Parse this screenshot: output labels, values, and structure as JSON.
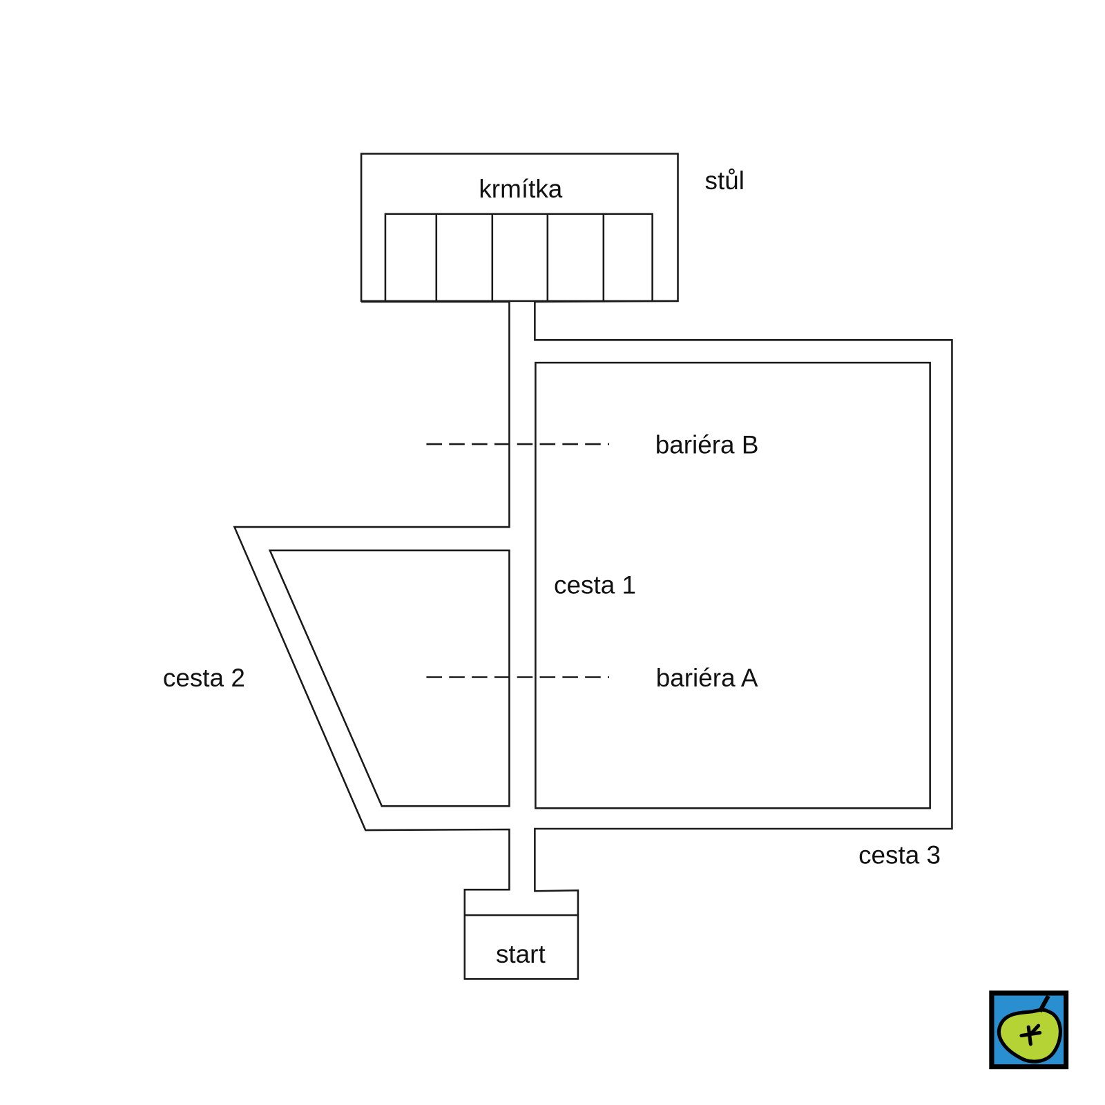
{
  "labels": {
    "table": "stůl",
    "feeders": "krmítka",
    "barrier_b": "bariéra B",
    "barrier_a": "bariéra A",
    "path_1": "cesta 1",
    "path_2": "cesta 2",
    "path_3": "cesta 3",
    "start": "start"
  },
  "feeder_count": 5,
  "logo": {
    "icon": "apple-logo-icon",
    "colors": {
      "background": "#2a8fd0",
      "apple": "#b5d334",
      "outline": "#000000"
    }
  }
}
